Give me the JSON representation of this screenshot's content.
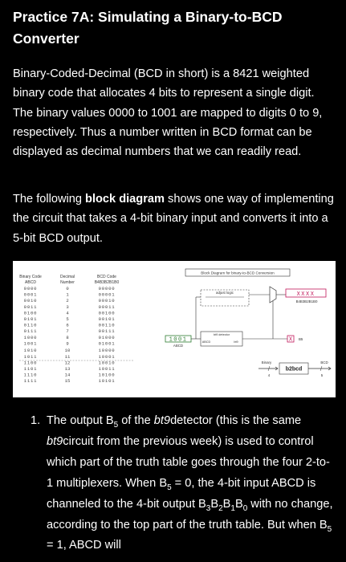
{
  "title": "Practice 7A: Simulating a Binary-to-BCD Converter",
  "p1": "Binary-Coded-Decimal (BCD in short) is a 8421 weighted binary code that allocates 4 bits to represent a single digit. The binary values 0000 to 1001 are mapped to digits 0 to 9, respectively. Thus a number written in BCD format can be displayed as decimal numbers that we can readily read.",
  "p2": {
    "before": "The following ",
    "bold": "block diagram",
    "after": " shows one way of implementing the circuit that takes a 4-bit binary input and converts it into a 5-bit BCD output."
  },
  "figure": {
    "table": {
      "headers": [
        "Binary Code",
        "Decimal",
        "BCD Code"
      ],
      "subheaders": [
        "ABCD",
        "Number",
        "B4B3B2B1B0"
      ],
      "binary": [
        "0000",
        "0001",
        "0010",
        "0011",
        "0100",
        "0101",
        "0110",
        "0111",
        "1000",
        "1001",
        "1010",
        "1011",
        "1100",
        "1101",
        "1110",
        "1111"
      ],
      "decimal": [
        "0",
        "1",
        "2",
        "3",
        "4",
        "5",
        "6",
        "7",
        "8",
        "9",
        "10",
        "11",
        "12",
        "13",
        "14",
        "15"
      ],
      "bcd": [
        "00000",
        "00001",
        "00010",
        "00011",
        "00100",
        "00101",
        "00110",
        "00111",
        "01000",
        "01001",
        "10000",
        "10001",
        "10010",
        "10011",
        "10100",
        "10101"
      ]
    },
    "diagram": {
      "title": "Block Diagram for binary-to-BCD Conversion",
      "adjust_label": "adjust logic",
      "input_bits": "1001",
      "input_label": "ABCD",
      "detector_label": "bt9 detector",
      "detector_in": "ABCD",
      "detector_out": "bt9",
      "output_bits": "XXXX",
      "output_label": "B4B3B2B1B0",
      "b5_label": "B5",
      "binary_label": "Binary",
      "b2bcd_label": "b2bcd",
      "bcd_label": "BCD",
      "in_width": "4",
      "out_width": "5"
    }
  },
  "list_item": {
    "number": "1.",
    "t1": "The output B",
    "sub1": "5",
    "t2": " of the ",
    "i1": "bt9",
    "t3": "detector (this is the same ",
    "i2": "bt9",
    "t4": "circuit from the previous week) is used to control which part of the truth table goes through the four 2-to-1 multiplexers. When B",
    "sub2": "5",
    "t5": " = 0, the 4-bit input ABCD is channeled to the 4-bit output B",
    "sub3": "3",
    "t6": "B",
    "sub4": "2",
    "t7": "B",
    "sub5": "1",
    "t8": "B",
    "sub6": "0",
    "t9": " with no change, according to the top part of the truth table. But when B",
    "sub7": "5",
    "t10": " = 1, ABCD will"
  }
}
